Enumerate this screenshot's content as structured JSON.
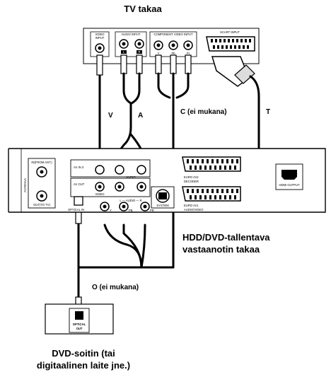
{
  "captions": {
    "tv_rear": "TV takaa",
    "recorder_rear_line1": "HDD/DVD-tallentava",
    "recorder_rear_line2": "vastaanotin takaa",
    "player_line1": "DVD-soitin (tai",
    "player_line2": "digitaalinen laite jne.)"
  },
  "cable_labels": {
    "v": "V",
    "a": "A",
    "c": "C (ei mukana)",
    "t": "T",
    "o": "O (ei mukana)"
  },
  "tv_panel": {
    "video_input": [
      "VIDEO",
      "INPUT"
    ],
    "audio_input": "AUDIO INPUT",
    "audio_l": "L",
    "audio_r": "R",
    "component_input": "COMPONENT VIDEO INPUT",
    "comp_y": "Y",
    "comp_pb": "Pb",
    "comp_pr": "Pr",
    "scart_input": "SCART INPUT"
  },
  "recorder_panel": {
    "antenna": "ANTENNA",
    "rf_in": "IN(FROM ANT.)",
    "rf_out": "OUT(TO TV)",
    "av_in3": "AV IN 3",
    "av_out": "AV OUT",
    "video": "VIDEO",
    "audio": "AUDIO",
    "audio_lr": "L — AUDIO — R",
    "y": "Y",
    "pb": "PB",
    "pr": "PR",
    "optical": "OPTICAL IN",
    "system": "SYSTEM",
    "euro_av2": [
      "EURO AV2",
      "DECODER"
    ],
    "euro_av1": [
      "EURO AV1",
      "AUDIO/VIDEO"
    ],
    "hdmi": "HDMI OUTPUT"
  },
  "player_panel": {
    "optical_out": [
      "OPTICAL",
      "OUT"
    ]
  }
}
